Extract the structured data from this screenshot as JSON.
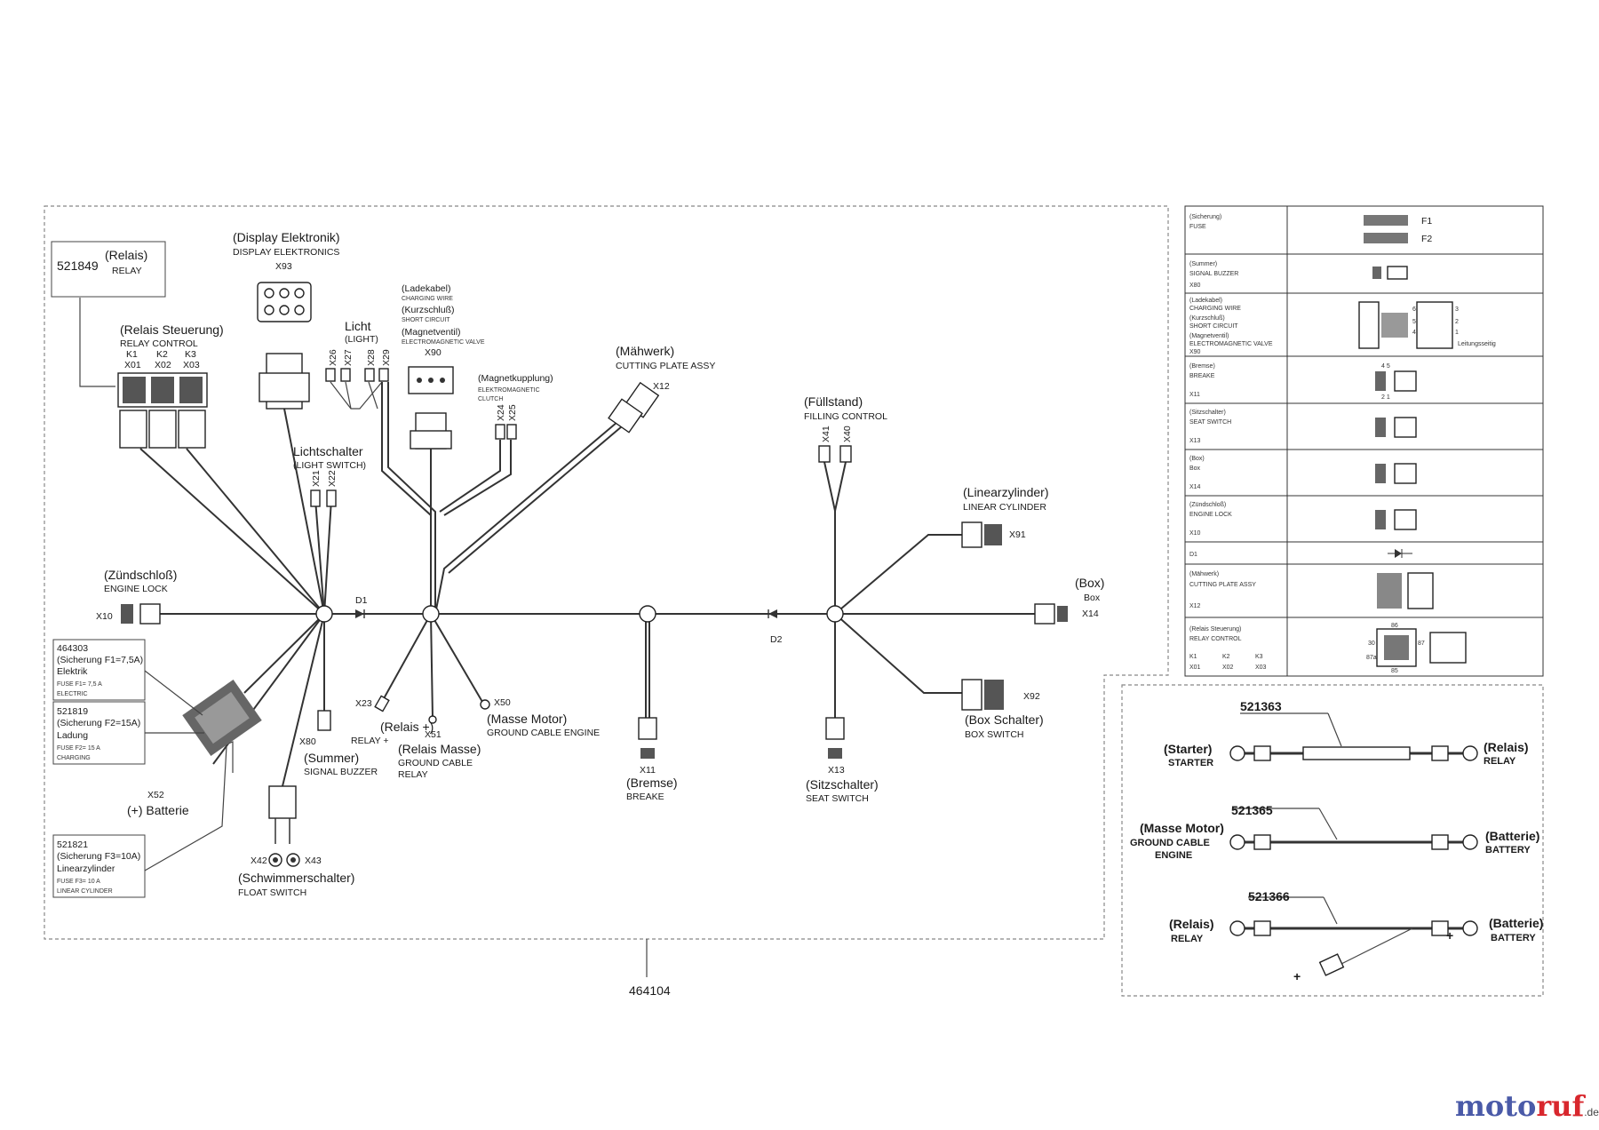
{
  "labels": {
    "relais_num": "521849",
    "relais_de": "(Relais)",
    "relais_en": "RELAY",
    "display_de": "(Display Elektronik)",
    "display_en": "DISPLAY ELEKTRONICS",
    "x93": "X93",
    "relctl_de": "(Relais Steuerung)",
    "relctl_en": "RELAY CONTROL",
    "k1": "K1",
    "k2": "K2",
    "k3": "K3",
    "x01": "X01",
    "x02": "X02",
    "x03": "X03",
    "licht_de": "Licht",
    "licht_en": "(LIGHT)",
    "x26": "X26",
    "x27": "X27",
    "x28": "X28",
    "x29": "X29",
    "lade_de": "(Ladekabel)",
    "lade_en": "CHARGING WIRE",
    "kurz_de": "(Kurzschluß)",
    "kurz_en": "SHORT CIRCUIT",
    "magv_de": "(Magnetventil)",
    "magv_en": "ELECTROMAGNETIC VALVE",
    "x90": "X90",
    "magk_de": "(Magnetkupplung)",
    "magk_en1": "ELEKTROMAGNETIC",
    "magk_en2": "CLUTCH",
    "x24": "X24",
    "x25": "X25",
    "maehw_de": "(Mähwerk)",
    "maehw_en": "CUTTING PLATE ASSY",
    "x12": "X12",
    "fuell_de": "(Füllstand)",
    "fuell_en": "FILLING CONTROL",
    "x41": "X41",
    "x40": "X40",
    "lin_de": "(Linearzylinder)",
    "lin_en": "LINEAR CYLINDER",
    "x91": "X91",
    "box_de": "(Box)",
    "box_en": "Box",
    "x14": "X14",
    "ls_de": "Lichtschalter",
    "ls_en": "(LIGHT SWITCH)",
    "x21": "X21",
    "x22": "X22",
    "zs_de": "(Zündschloß)",
    "zs_en": "ENGINE LOCK",
    "x10": "X10",
    "d1": "D1",
    "d2": "D2",
    "f1_num": "464303",
    "f1_de": "(Sicherung F1=7,5A)",
    "f1_de2": "Elektrik",
    "f1_en": "FUSE F1= 7,5 A",
    "f1_en2": "ELECTRIC",
    "f2_num": "521819",
    "f2_de": "(Sicherung F2=15A)",
    "f2_de2": "Ladung",
    "f2_en": "FUSE F2= 15 A",
    "f2_en2": "CHARGING",
    "f3_num": "521821",
    "f3_de": "(Sicherung F3=10A)",
    "f3_de2": "Linearzylinder",
    "f3_en": "FUSE F3= 10 A",
    "f3_en2": "LINEAR CYLINDER",
    "x52": "X52",
    "batt": "(+) Batterie",
    "x23": "X23",
    "relp_de": "(Relais +)",
    "relp_en": "RELAY +",
    "x80": "X80",
    "sum_de": "(Summer)",
    "sum_en": "SIGNAL BUZZER",
    "x51": "X51",
    "relm_de": "(Relais Masse)",
    "relm_en1": "GROUND CABLE",
    "relm_en2": "RELAY",
    "x50": "X50",
    "masse_de": "(Masse Motor)",
    "masse_en": "GROUND CABLE ENGINE",
    "x11": "X11",
    "brems_de": "(Bremse)",
    "brems_en": "BREAKE",
    "x13": "X13",
    "sitz_de": "(Sitzschalter)",
    "sitz_en": "SEAT SWITCH",
    "x92": "X92",
    "boxs_de": "(Box Schalter)",
    "boxs_en": "BOX SWITCH",
    "x42": "X42",
    "x43": "X43",
    "float_de": "(Schwimmerschalter)",
    "float_en": "FLOAT SWITCH",
    "harness_num": "464104"
  },
  "legend_rows": [
    {
      "l1": "(Sicherung)",
      "l2": "FUSE",
      "l3": "",
      "l4": "",
      "r1": "F1",
      "r2": "F2"
    },
    {
      "l1": "(Summer)",
      "l2": "SIGNAL BUZZER",
      "l3": "X80",
      "l4": "",
      "r1": "",
      "r2": ""
    },
    {
      "l1": "(Ladekabel)",
      "l2": "CHARGING WIRE",
      "l3": "(Kurzschluß)",
      "l4": "SHORT CIRCUIT",
      "l5": "(Magnetventil)",
      "l6": "ELECTROMAGNETIC VALVE",
      "l7": "X90"
    },
    {
      "l1": "(Bremse)",
      "l2": "BREAKE",
      "l3": "X11"
    },
    {
      "l1": "(Sitzschalter)",
      "l2": "SEAT SWITCH",
      "l3": "X13"
    },
    {
      "l1": "(Box)",
      "l2": "Box",
      "l3": "X14"
    },
    {
      "l1": "(Zündschloß)",
      "l2": "ENGINE LOCK",
      "l3": "X10"
    },
    {
      "l1": "D1"
    },
    {
      "l1": "(Mähwerk)",
      "l2": "CUTTING PLATE ASSY",
      "l3": "X12"
    },
    {
      "l1": "(Relais Steuerung)",
      "l2": "RELAY CONTROL",
      "l3": "K1",
      "l4": "K2",
      "l5": "K3",
      "l6": "X01",
      "l7": "X02",
      "l8": "X03"
    }
  ],
  "legend_pins": {
    "p45": "4 5",
    "p21": "2 1",
    "p3": "3",
    "p6": "6",
    "p5": "5",
    "p4": "4",
    "p2": "2",
    "p1": "1",
    "p86": "86",
    "p30": "30",
    "p87": "87",
    "p87a": "87a",
    "p85": "85",
    "wire_note": "Leitungsseitig"
  },
  "cables": {
    "c1_num": "521363",
    "c1_l_de": "(Starter)",
    "c1_l_en": "STARTER",
    "c1_r_de": "(Relais)",
    "c1_r_en": "RELAY",
    "c2_num": "521365",
    "c2_l_de": "(Masse Motor)",
    "c2_l_en1": "GROUND CABLE",
    "c2_l_en2": "ENGINE",
    "c2_r_de": "(Batterie)",
    "c2_r_en": "BATTERY",
    "c3_num": "521366",
    "c3_l_de": "(Relais)",
    "c3_l_en": "RELAY",
    "c3_r_de": "(Batterie)",
    "c3_r_en": "BATTERY",
    "plus": "+"
  },
  "watermark": {
    "part1": "moto",
    "part2": "ruf",
    "part3": ".de"
  }
}
